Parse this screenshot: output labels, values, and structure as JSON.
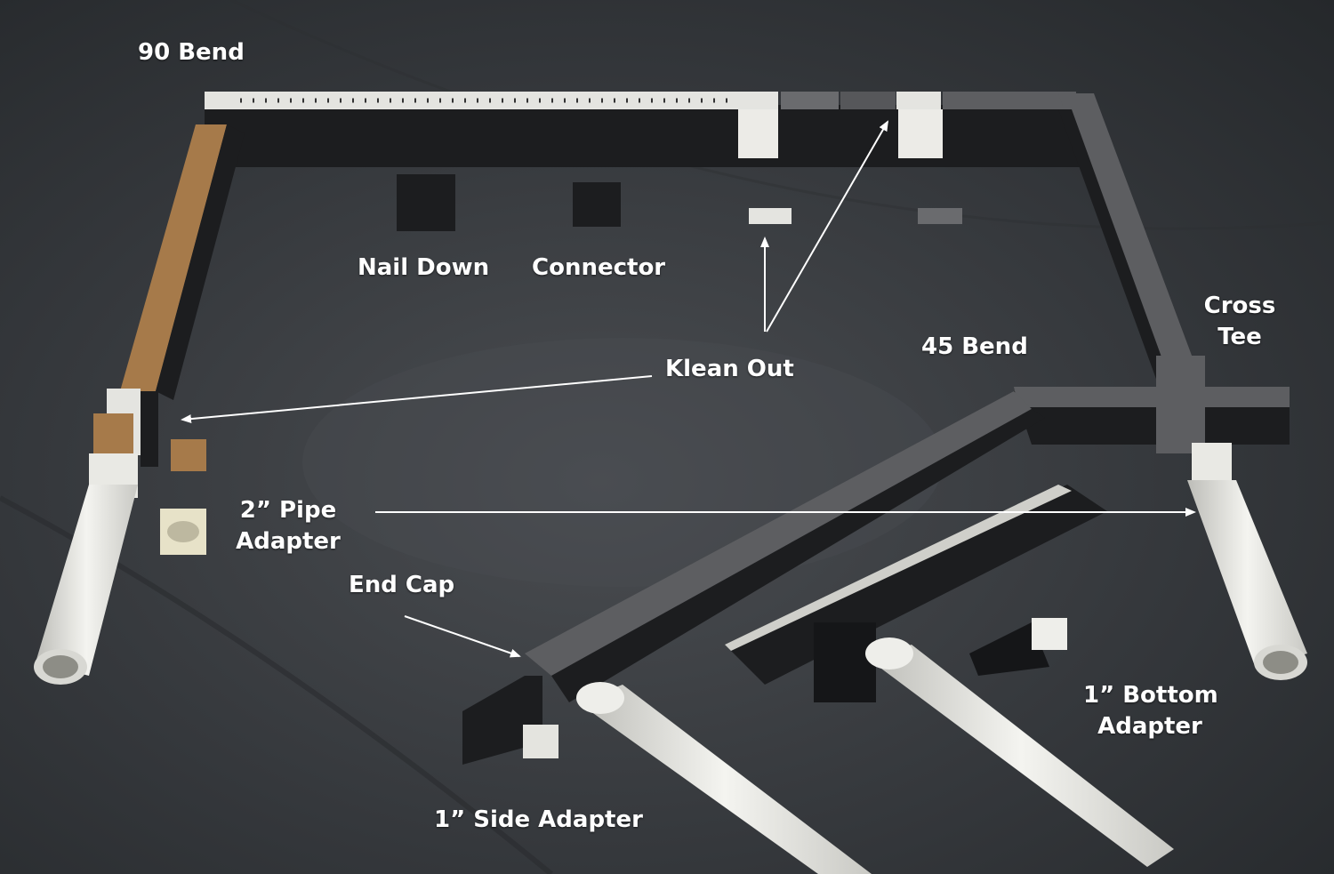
{
  "colors": {
    "floor": "#3a3d41",
    "channel_black": "#1c1d1f",
    "grate_white": "#e4e4e0",
    "grate_tan": "#a67a4a",
    "grate_gray": "#5d5e61",
    "pipe_white": "#eeeeea",
    "label_text": "#ffffff",
    "arrow": "#ffffff"
  },
  "labels": {
    "bend_90": "90 Bend",
    "nail_down": "Nail Down",
    "connector": "Connector",
    "klean_out": "Klean Out",
    "bend_45": "45 Bend",
    "cross_tee_line1": "Cross",
    "cross_tee_line2": "Tee",
    "pipe_adapter_line1": "2” Pipe",
    "pipe_adapter_line2": "Adapter",
    "end_cap": "End Cap",
    "bottom_adapter_line1": "1” Bottom",
    "bottom_adapter_line2": "Adapter",
    "side_adapter": "1” Side Adapter"
  }
}
